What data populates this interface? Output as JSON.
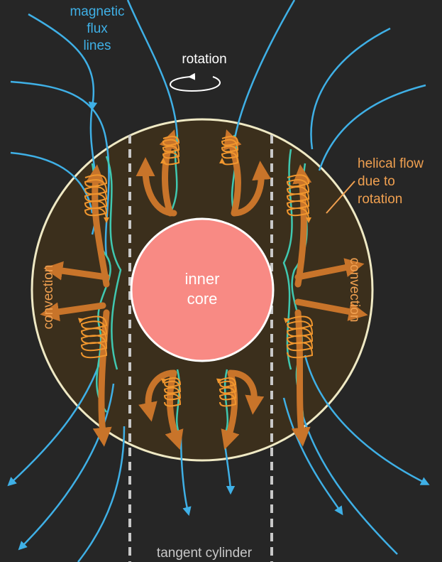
{
  "labels": {
    "magnetic_flux": [
      "magnetic",
      "flux",
      "lines"
    ],
    "rotation": "rotation",
    "helical_flow": [
      "helical flow",
      "due to",
      "rotation"
    ],
    "convection_left": "convection",
    "convection_right": "convection",
    "inner_core": [
      "inner",
      "core"
    ],
    "tangent_cylinder": "tangent cylinder"
  },
  "colors": {
    "background": "#262626",
    "outer_core_fill": "#3b2f1c",
    "outer_core_edge": "#efe9c4",
    "inner_core": "#f88a84",
    "flux_line": "#3fb0e6",
    "flux_line_in_core": "#40c8b0",
    "helix": "#f0962e",
    "flow_arrow": "#c8742a",
    "label_blue": "#3fb0e6",
    "label_orange": "#f0a050",
    "label_white": "#ffffff",
    "label_grey": "#c8c8c8",
    "tangent_cylinder": "#c8c8c8"
  },
  "icons": {
    "rotation": "rotation-arrow-icon"
  }
}
